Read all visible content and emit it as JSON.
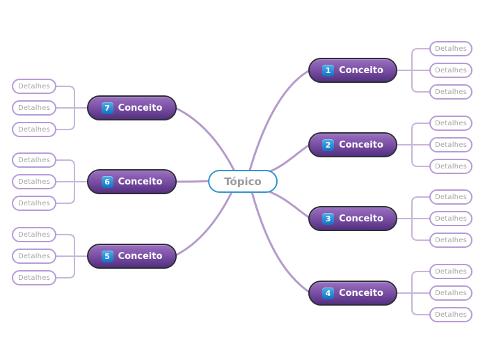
{
  "center": {
    "label": "Tópico"
  },
  "branches": [
    {
      "number": "1",
      "label": "Conceito",
      "side": "right",
      "details": [
        "Detalhes",
        "Detalhes",
        "Detalhes"
      ]
    },
    {
      "number": "2",
      "label": "Conceito",
      "side": "right",
      "details": [
        "Detalhes",
        "Detalhes",
        "Detalhes"
      ]
    },
    {
      "number": "3",
      "label": "Conceito",
      "side": "right",
      "details": [
        "Detalhes",
        "Detalhes",
        "Detalhes"
      ]
    },
    {
      "number": "4",
      "label": "Conceito",
      "side": "right",
      "details": [
        "Detalhes",
        "Detalhes",
        "Detalhes"
      ]
    },
    {
      "number": "5",
      "label": "Conceito",
      "side": "left",
      "details": [
        "Detalhes",
        "Detalhes",
        "Detalhes"
      ]
    },
    {
      "number": "6",
      "label": "Conceito",
      "side": "left",
      "details": [
        "Detalhes",
        "Detalhes",
        "Detalhes"
      ]
    },
    {
      "number": "7",
      "label": "Conceito",
      "side": "left",
      "details": [
        "Detalhes",
        "Detalhes",
        "Detalhes"
      ]
    }
  ],
  "colors": {
    "branch-top": "#9a70c0",
    "branch-bottom": "#53307f",
    "branch-border": "#2e2e38",
    "badge-top": "#4cb0e8",
    "badge-bottom": "#1170c2",
    "center-border": "#2f96d0",
    "detail-border": "#b79cd6",
    "gray-text": "#9b9b9b",
    "curve-color": "#b49bcc",
    "bracket-color": "#c8b5db"
  }
}
